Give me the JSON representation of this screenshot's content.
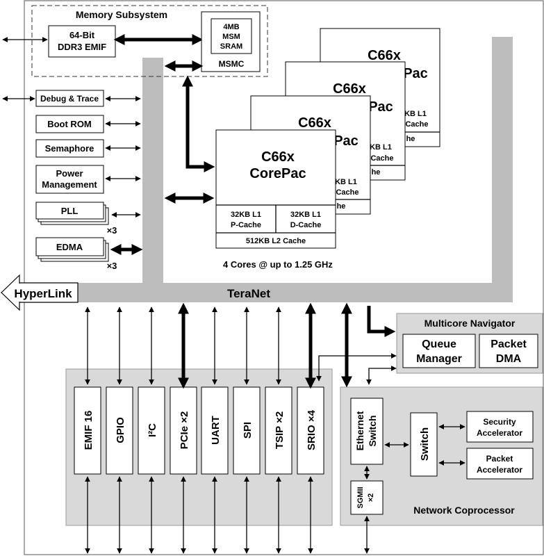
{
  "memory_subsystem": {
    "title": "Memory Subsystem",
    "ddr_line1": "64-Bit",
    "ddr_line2": "DDR3 EMIF",
    "msm_line1": "4MB",
    "msm_line2": "MSM",
    "msm_line3": "SRAM",
    "msmc": "MSMC"
  },
  "left_blocks": {
    "debug": "Debug & Trace",
    "boot_rom": "Boot ROM",
    "semaphore": "Semaphore",
    "power_line1": "Power",
    "power_line2": "Management",
    "pll": "PLL",
    "pll_mult": "×3",
    "edma": "EDMA",
    "edma_mult": "×3"
  },
  "cores": {
    "stack_title": "C66x",
    "stack_partial_1": "Pac",
    "stack_partial_2": "KB L1",
    "stack_partial_3": "Cache",
    "stack_partial_4": "he",
    "main_line1": "C66x",
    "main_line2": "CorePac",
    "l1p_line1": "32KB L1",
    "l1p_line2": "P-Cache",
    "l1d_line1": "32KB L1",
    "l1d_line2": "D-Cache",
    "l2": "512KB L2 Cache",
    "caption": "4 Cores @ up to 1.25 GHz"
  },
  "interconnect": {
    "hyperlink": "HyperLink",
    "teranet": "TeraNet"
  },
  "multicore_navigator": {
    "title": "Multicore Navigator",
    "queue_line1": "Queue",
    "queue_line2": "Manager",
    "packet_line1": "Packet",
    "packet_line2": "DMA"
  },
  "peripherals": [
    "EMIF 16",
    "GPIO",
    "I²C",
    "PCIe  ×2",
    "UART",
    "SPI",
    "TSIP  ×2",
    "SRIO  ×4"
  ],
  "network_coprocessor": {
    "title": "Network Coprocessor",
    "eth_line1": "Ethernet",
    "eth_line2": "Switch",
    "switch": "Switch",
    "sgmii": "SGMII",
    "sgmii_mult": "×2",
    "security_line1": "Security",
    "security_line2": "Accelerator",
    "packet_acc_line1": "Packet",
    "packet_acc_line2": "Accelerator"
  },
  "colors": {
    "bus_gray": "#bdbdbd",
    "panel_gray": "#d9d9d9",
    "line": "#000000"
  }
}
